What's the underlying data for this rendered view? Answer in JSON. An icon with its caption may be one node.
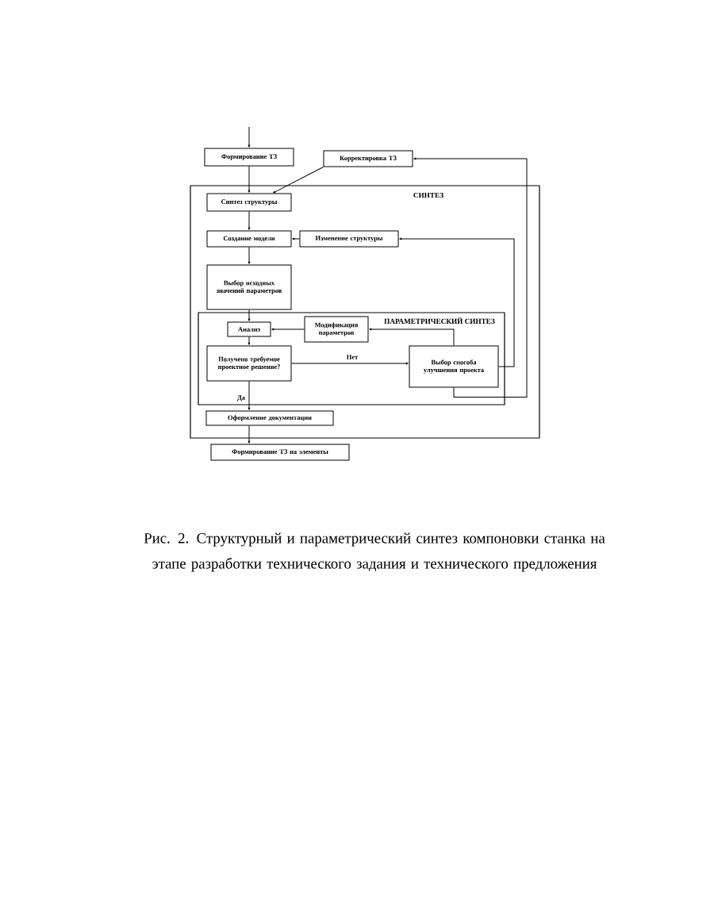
{
  "diagram": {
    "caption": "Рис. 2. Структурный и параметрический синтез компоновки станка на этапе разработки технического задания и технического предложения",
    "nodes": [
      {
        "text": [
          "Формирование ТЗ"
        ]
      },
      {
        "text": [
          "Корректировка ТЗ"
        ]
      },
      {
        "text": [
          "СИНТЕЗ"
        ]
      },
      {
        "text": [
          "Синтез структуры"
        ],
        "in": 2
      },
      {
        "text": [
          "Создание модели"
        ],
        "in": 2
      },
      {
        "text": [
          "Изменение структуры"
        ],
        "in": 2
      },
      {
        "text": [
          "Выбор исходных значений параметров"
        ],
        "in": 2
      },
      {
        "text": [
          "ПАРАМЕТРИЧЕСКИЙ СИНТЕЗ"
        ],
        "in": 2
      },
      {
        "text": [
          "Анализ"
        ],
        "in": 7
      },
      {
        "text": [
          "Модификация параметров"
        ],
        "in": 7
      },
      {
        "text": [
          "Получено требуемое проектное решение?"
        ],
        "in": 7
      },
      {
        "text": [
          "Выбор способа улучшения проекта"
        ],
        "in": 7
      },
      {
        "text": [
          "Оформление документации"
        ],
        "in": 2
      },
      {
        "text": [
          "Формирование ТЗ на элементы"
        ]
      }
    ],
    "edges": [
      {
        "from": null,
        "to": 0,
        "arrow": "to"
      },
      {
        "from": 0,
        "to": 3,
        "arrow": "to"
      },
      {
        "from": 1,
        "to": 3,
        "arrow": "to"
      },
      {
        "from": 11,
        "to": 1,
        "arrow": "to"
      },
      {
        "from": 11,
        "to": 5,
        "arrow": "to"
      },
      {
        "from": 3,
        "to": 4,
        "arrow": "to"
      },
      {
        "from": 5,
        "to": 4,
        "arrow": "to"
      },
      {
        "from": 4,
        "to": 6,
        "arrow": "to"
      },
      {
        "from": 6,
        "to": 8,
        "arrow": "to"
      },
      {
        "from": 9,
        "to": 8,
        "arrow": "to"
      },
      {
        "from": 8,
        "to": 10,
        "arrow": "to"
      },
      {
        "from": 10,
        "to": 11,
        "arrow": "to",
        "label": "Нет"
      },
      {
        "from": 11,
        "to": 9,
        "arrow": "to"
      },
      {
        "from": 10,
        "to": 12,
        "arrow": "to",
        "label": "Да"
      },
      {
        "from": 12,
        "to": 13,
        "arrow": "to"
      }
    ]
  }
}
